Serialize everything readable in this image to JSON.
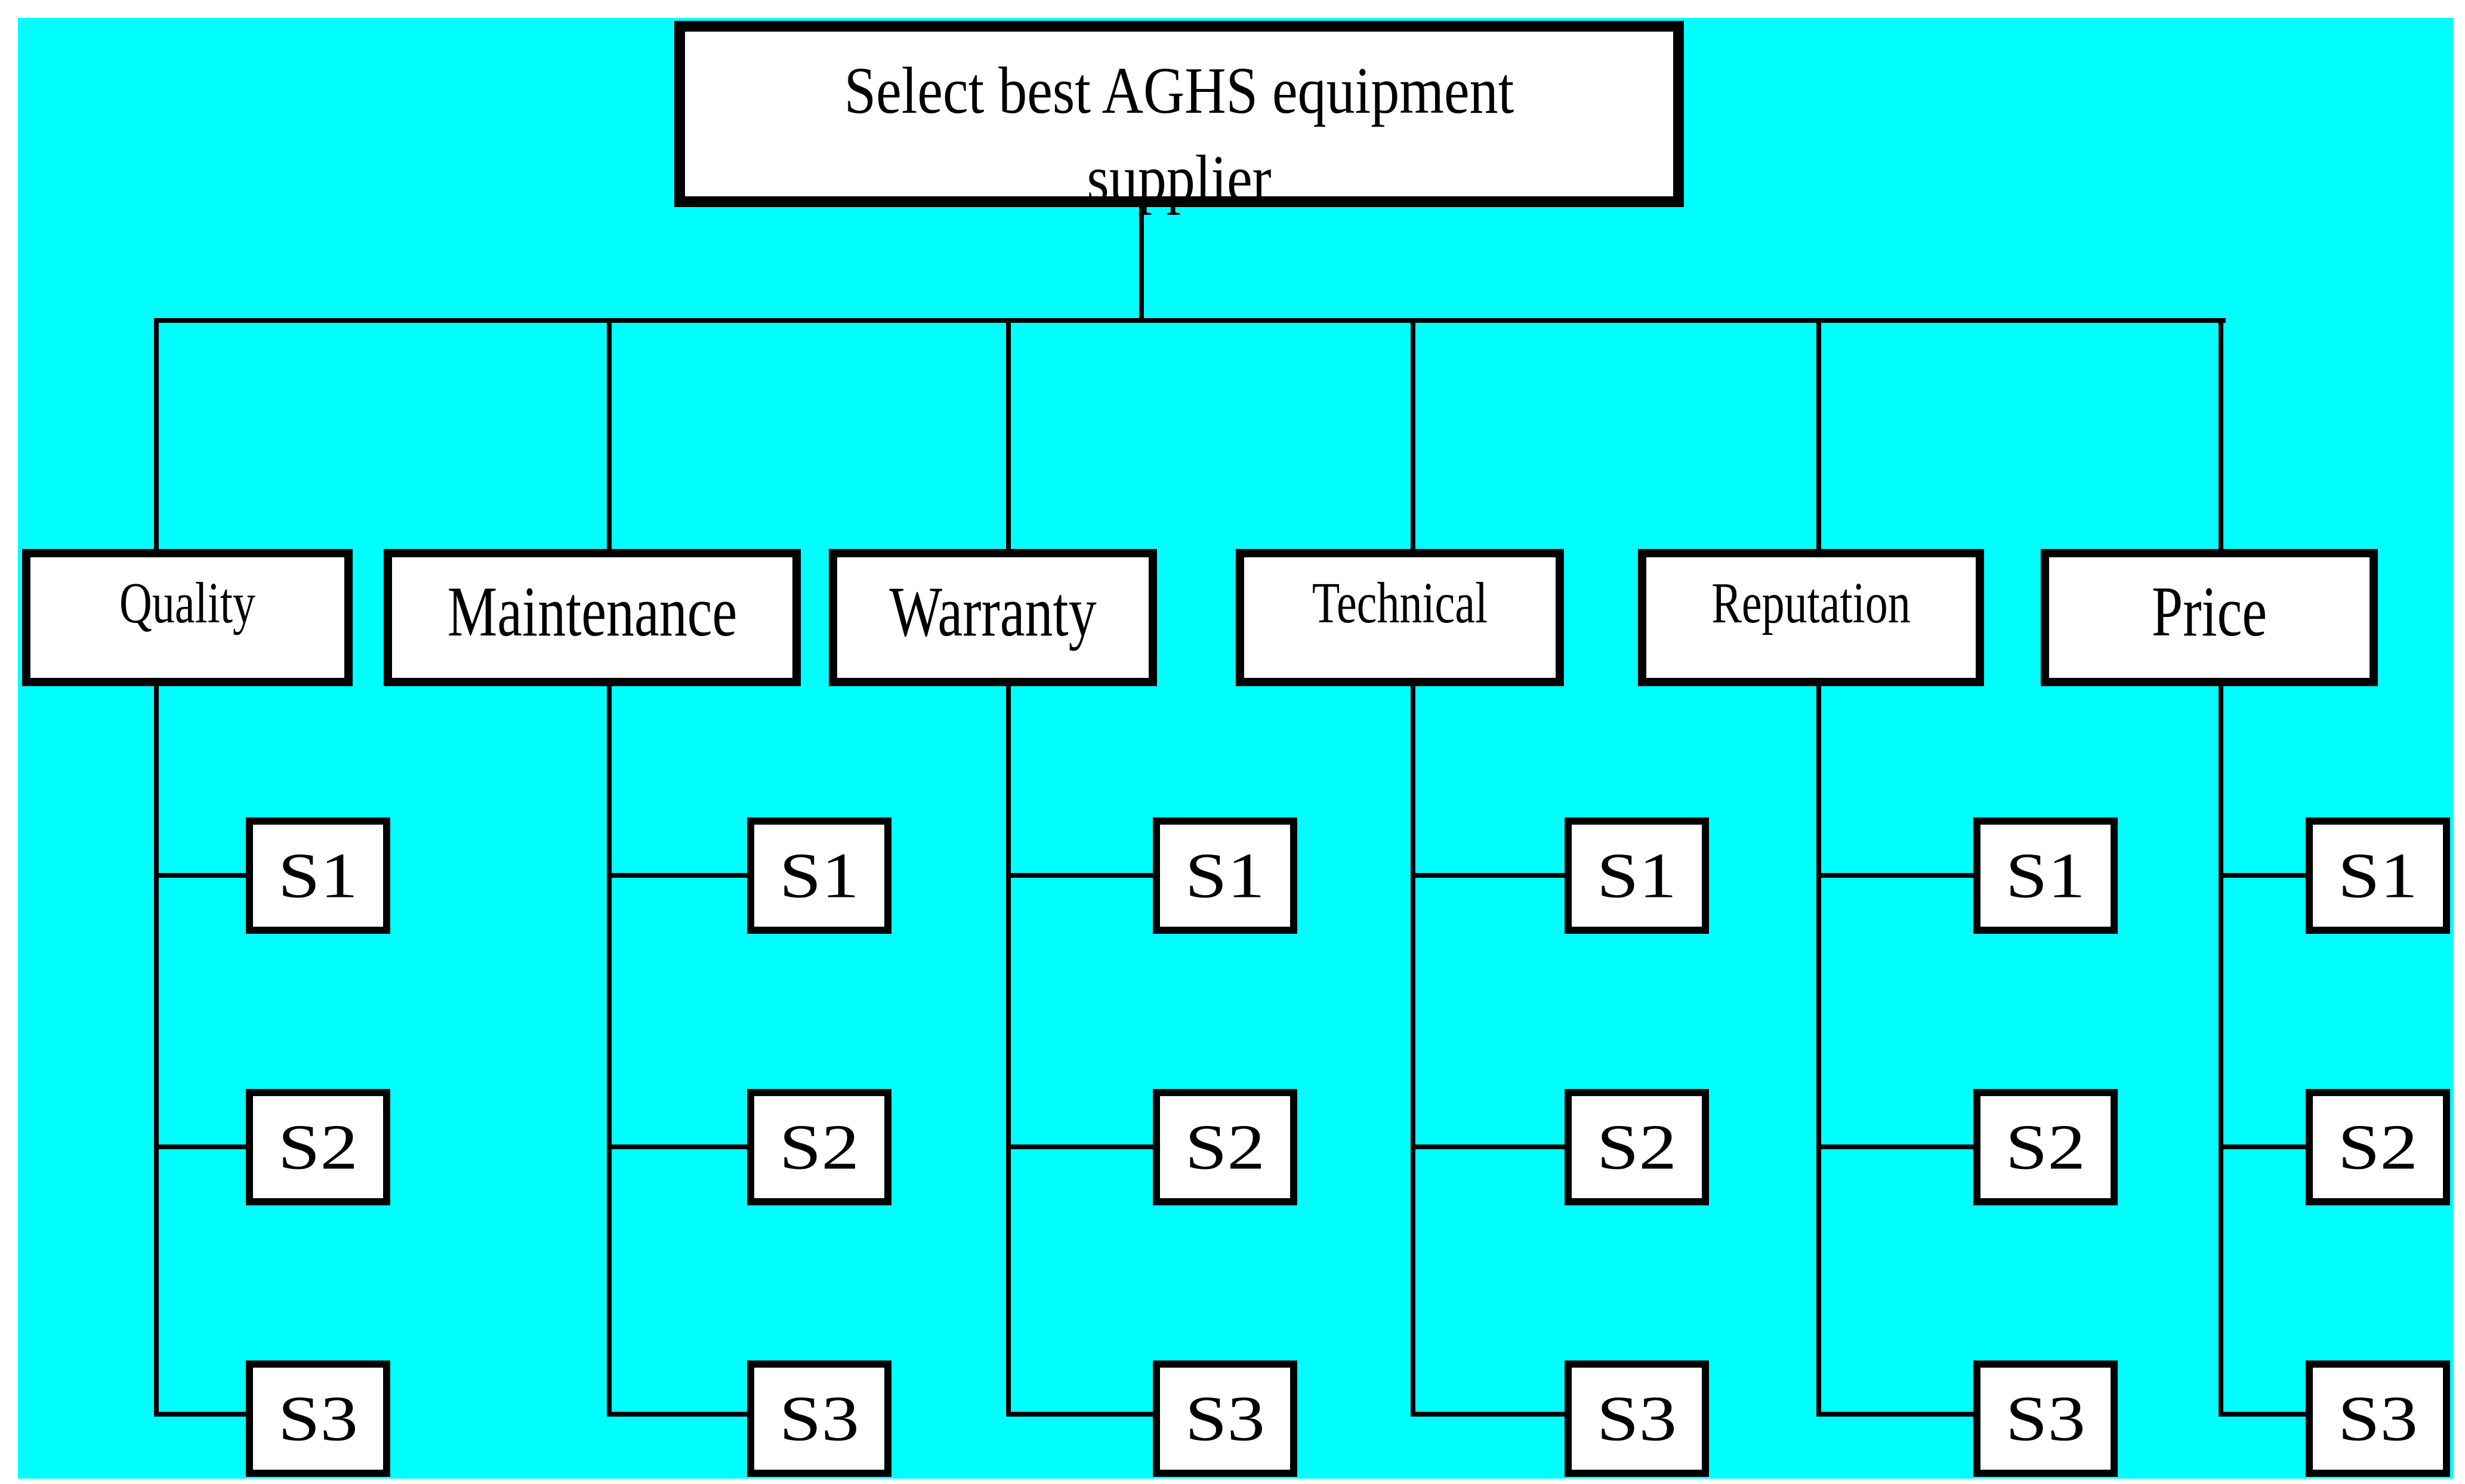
{
  "diagram": {
    "goal": {
      "label": "Select best AGHS equipment supplier"
    },
    "criteria": [
      {
        "label": "Quality"
      },
      {
        "label": "Maintenance"
      },
      {
        "label": "Warranty"
      },
      {
        "label": "Technical"
      },
      {
        "label": "Reputation"
      },
      {
        "label": "Price"
      }
    ],
    "alternatives": [
      {
        "label": "S1"
      },
      {
        "label": "S2"
      },
      {
        "label": "S3"
      }
    ]
  },
  "colors": {
    "background": "#00ffff",
    "node_fill": "#ffffff",
    "line": "#000000",
    "text": "#000000",
    "page": "#ffffff"
  }
}
